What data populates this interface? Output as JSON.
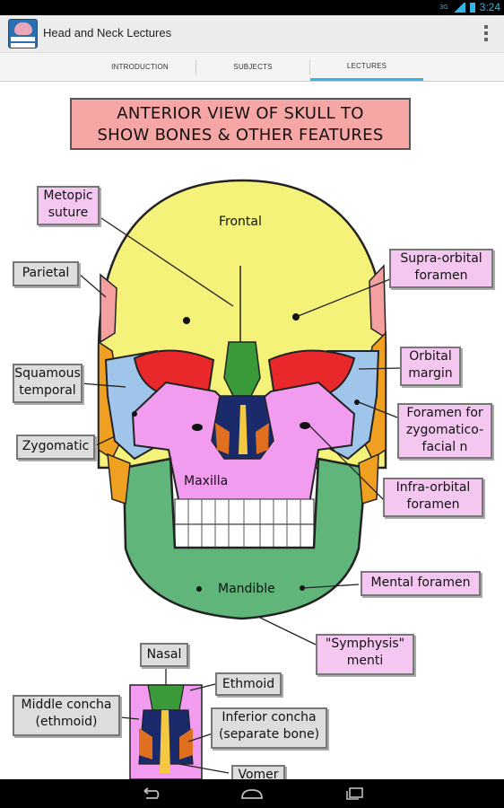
{
  "status_bar": {
    "signal": "3G",
    "time": "3:24"
  },
  "action_bar": {
    "title": "Head and Neck Lectures",
    "icon_text": "INSTANT ANATOMY"
  },
  "tabs": [
    {
      "label": "INTRODUCTION"
    },
    {
      "label": "SUBJECTS"
    },
    {
      "label": "LECTURES",
      "selected": true
    }
  ],
  "diagram": {
    "title_line1": "ANTERIOR VIEW OF SKULL TO",
    "title_line2": "SHOW BONES & OTHER FEATURES",
    "bone_labels": {
      "frontal": "Frontal",
      "maxilla": "Maxilla",
      "mandible": "Mandible"
    },
    "labels": {
      "metopic_1": "Metopic",
      "metopic_2": "suture",
      "parietal": "Parietal",
      "squamous_1": "Squamous",
      "squamous_2": "temporal",
      "zygomatic": "Zygomatic",
      "supra_1": "Supra-orbital",
      "supra_2": "foramen",
      "orbital_1": "Orbital",
      "orbital_2": "margin",
      "foramen_for_1": "Foramen for",
      "foramen_for_2": "zygomatico-",
      "foramen_for_3": "facial n",
      "infra_1": "Infra-orbital",
      "infra_2": "foramen",
      "mental": "Mental foramen",
      "symphysis_1": "\"Symphysis\"",
      "symphysis_2": "menti",
      "nasal": "Nasal",
      "ethmoid": "Ethmoid",
      "middle_1": "Middle concha",
      "middle_2": "(ethmoid)",
      "inferior_1": "Inferior concha",
      "inferior_2": "(separate bone)",
      "vomer": "Vomer"
    }
  },
  "colors": {
    "accent": "#33b5e5",
    "frontal": "#f5f27a",
    "maxilla": "#f29cf0",
    "mandible": "#5fb57a",
    "zygomatic": "#9fc5ea",
    "orbit": "#e8282a",
    "temporal": "#f0a020"
  }
}
